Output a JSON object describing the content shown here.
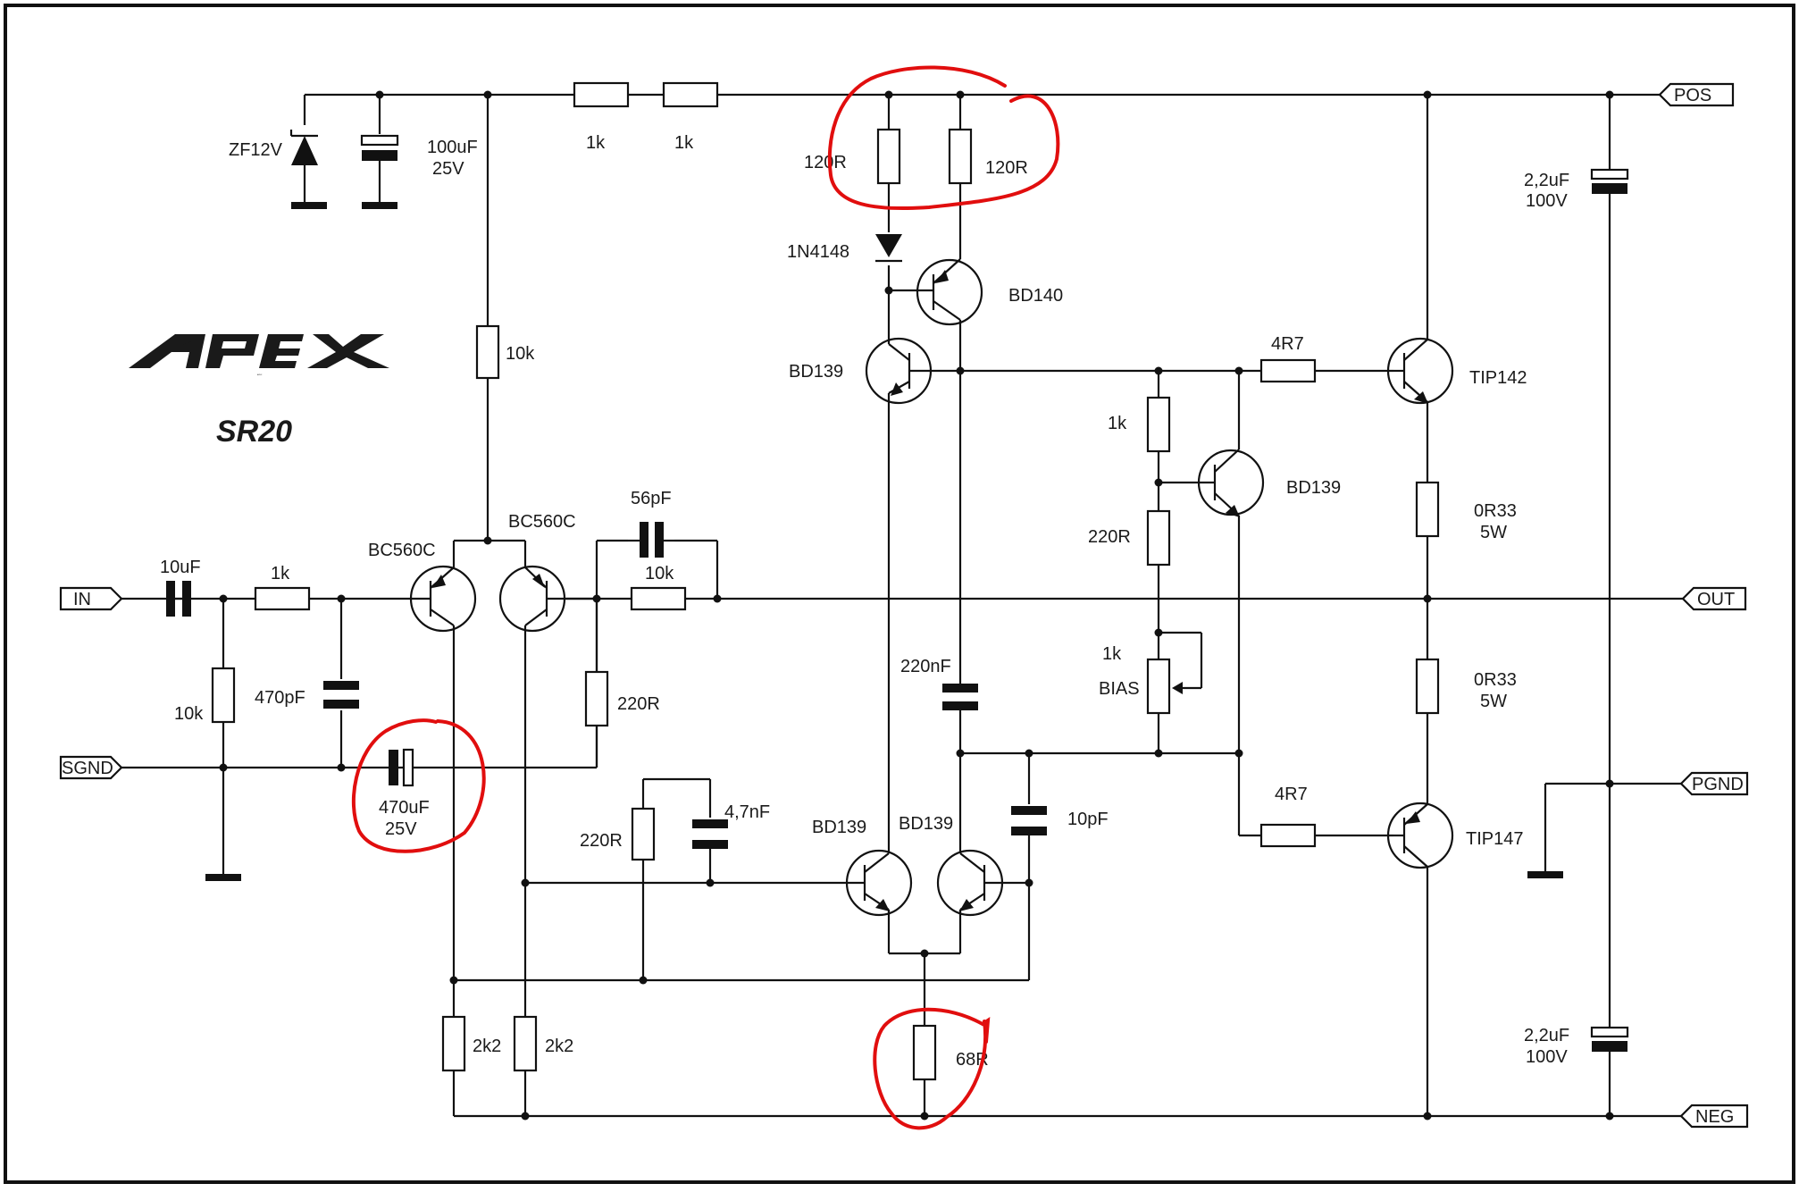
{
  "logo": {
    "brand": "APEX"
  },
  "title": "SR20",
  "ports": {
    "pos": "POS",
    "out": "OUT",
    "pgnd": "PGND",
    "neg": "NEG",
    "in": "IN",
    "sgnd": "SGND"
  },
  "components": {
    "zener": "ZF12V",
    "c_supply_val": "100uF",
    "c_supply_volt": "25V",
    "r_top1": "1k",
    "r_top2": "1k",
    "r_vas1": "120R",
    "r_vas2": "120R",
    "diode": "1N4148",
    "q_bd140": "BD140",
    "q_bd139_top": "BD139",
    "c_rail_top_val": "2,2uF",
    "c_rail_top_volt": "100V",
    "r_10k_vert": "10k",
    "r_4r7_top": "4R7",
    "q_tip142": "TIP142",
    "r_bias_1k": "1k",
    "q_bd139_bias": "BD139",
    "r_0r33_top": "0R33",
    "r_0r33_top_w": "5W",
    "r_bias_220": "220R",
    "c_56p": "56pF",
    "q_bc560_l": "BC560C",
    "q_bc560_r": "BC560C",
    "c_in": "10uF",
    "r_in": "1k",
    "r_fb": "10k",
    "pot_val": "1k",
    "pot_name": "BIAS",
    "c_220n": "220nF",
    "r_0r33_bot": "0R33",
    "r_0r33_bot_w": "5W",
    "r_in_shunt": "10k",
    "c_470p": "470pF",
    "r_fb_gnd": "220R",
    "c_470u_val": "470uF",
    "c_470u_volt": "25V",
    "r_4r7_bot": "4R7",
    "q_tip147": "TIP147",
    "r_220_low": "220R",
    "c_4n7": "4,7nF",
    "q_bd139_l": "BD139",
    "q_bd139_r": "BD139",
    "c_10p": "10pF",
    "r_2k2_l": "2k2",
    "r_2k2_r": "2k2",
    "r_68": "68R",
    "c_rail_bot_val": "2,2uF",
    "c_rail_bot_volt": "100V"
  },
  "colors": {
    "wire": "#111111",
    "annotation": "#e10e0e",
    "background": "#ffffff"
  }
}
